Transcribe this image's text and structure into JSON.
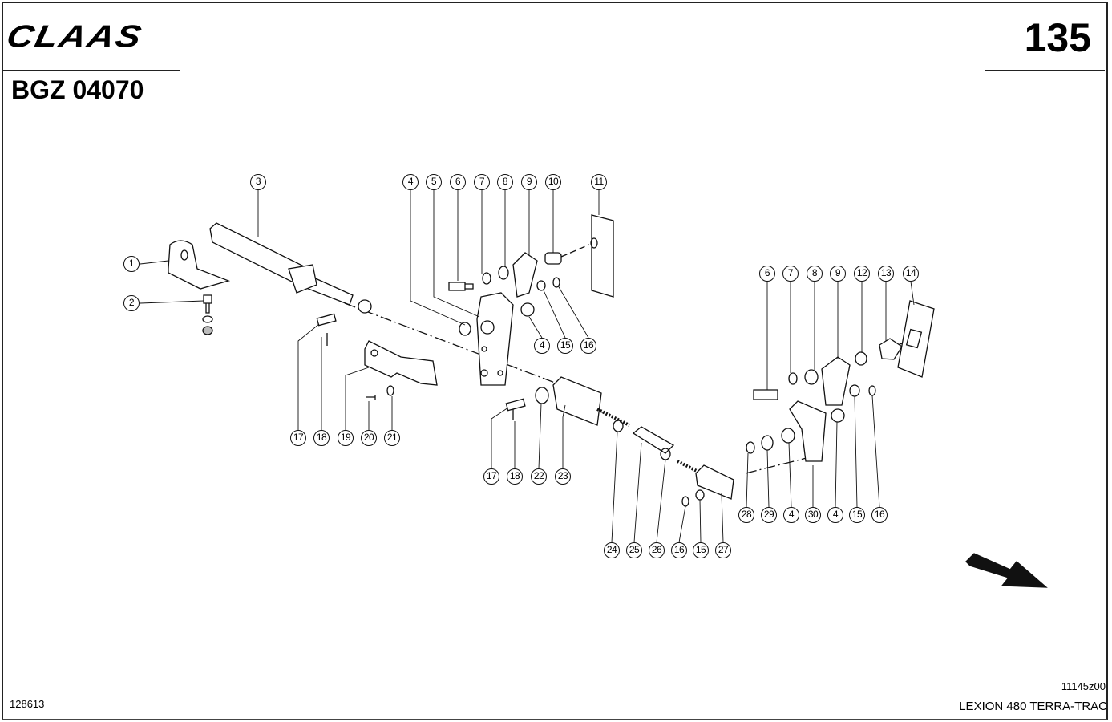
{
  "header": {
    "brand": "CLAAS",
    "group_code": "BGZ 04070",
    "page_number": "135"
  },
  "footer": {
    "drawing_ref": "11145z00",
    "model": "LEXION 480 TERRA-TRAC",
    "sheet_id": "128613"
  },
  "callouts": [
    "3",
    "4",
    "5",
    "6",
    "7",
    "8",
    "9",
    "10",
    "11",
    "1",
    "2",
    "4",
    "15",
    "16",
    "6",
    "7",
    "8",
    "9",
    "12",
    "13",
    "14",
    "17",
    "18",
    "19",
    "20",
    "21",
    "17",
    "18",
    "22",
    "23",
    "28",
    "29",
    "4",
    "30",
    "4",
    "15",
    "16",
    "24",
    "25",
    "26",
    "16",
    "15",
    "27"
  ]
}
